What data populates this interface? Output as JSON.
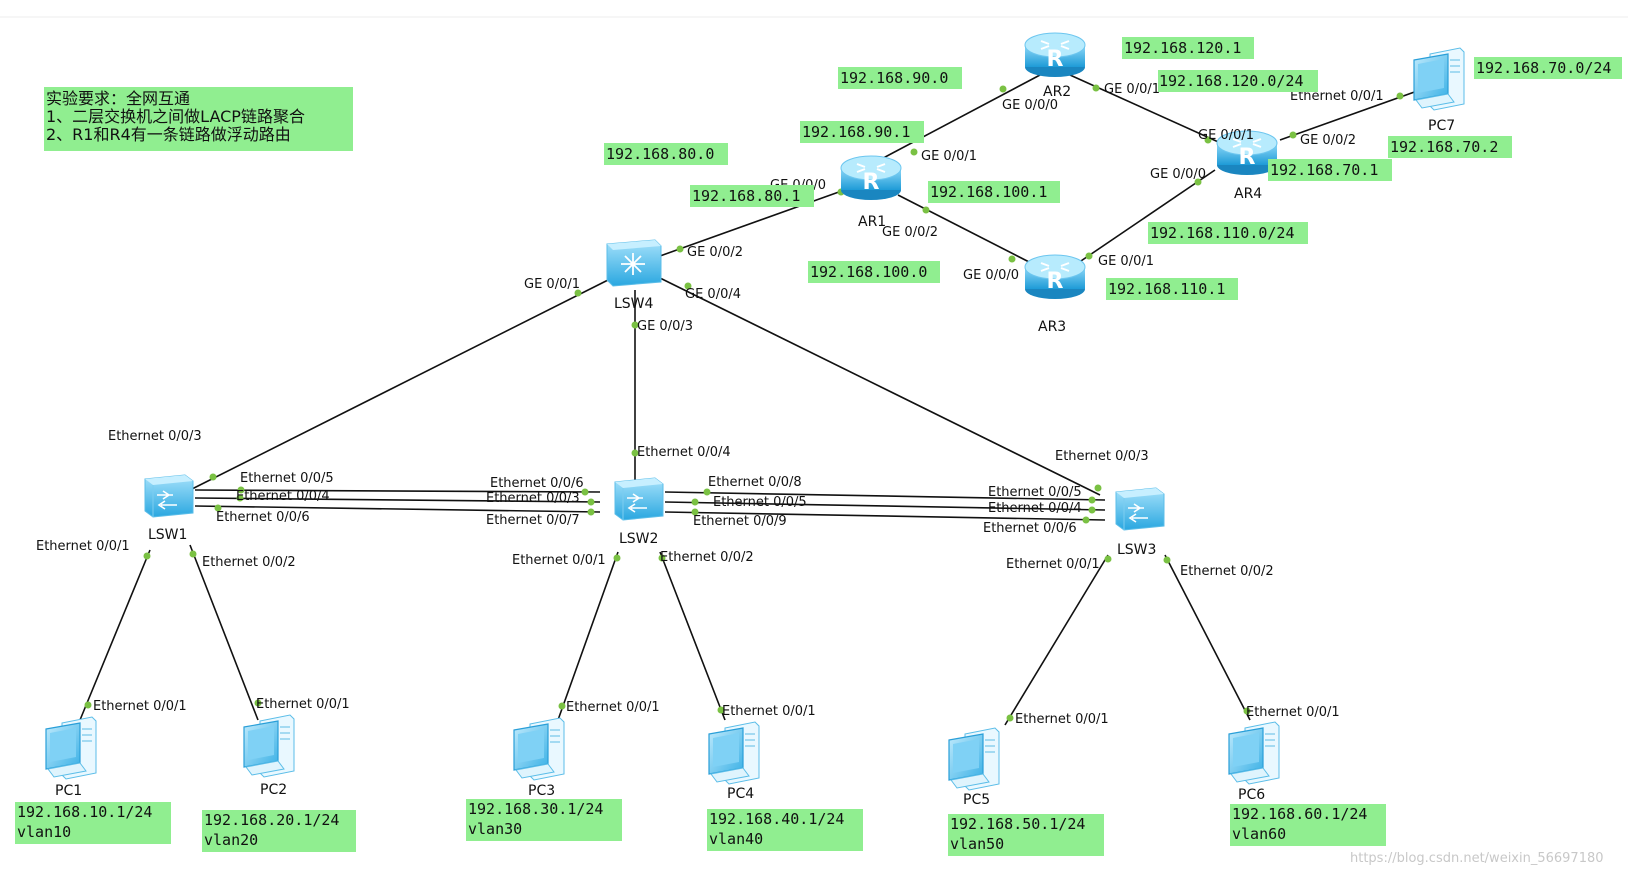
{
  "colors": {
    "label_bg": "#90ee90",
    "link": "#111111",
    "port_dot": "#7ac143",
    "device_blue": "#2aa7e0"
  },
  "note": {
    "line1": "实验要求：全网互通",
    "line2": "1、二层交换机之间做LACP链路聚合",
    "line3": "2、R1和R4有一条链路做浮动路由"
  },
  "devices": {
    "ar1": {
      "name": "AR1",
      "icon": "router-icon"
    },
    "ar2": {
      "name": "AR2",
      "icon": "router-icon"
    },
    "ar3": {
      "name": "AR3",
      "icon": "router-icon"
    },
    "ar4": {
      "name": "AR4",
      "icon": "router-icon"
    },
    "lsw4": {
      "name": "LSW4",
      "icon": "l3-switch-icon"
    },
    "lsw1": {
      "name": "LSW1",
      "icon": "switch-icon"
    },
    "lsw2": {
      "name": "LSW2",
      "icon": "switch-icon"
    },
    "lsw3": {
      "name": "LSW3",
      "icon": "switch-icon"
    },
    "pc1": {
      "name": "PC1",
      "icon": "pc-icon"
    },
    "pc2": {
      "name": "PC2",
      "icon": "pc-icon"
    },
    "pc3": {
      "name": "PC3",
      "icon": "pc-icon"
    },
    "pc4": {
      "name": "PC4",
      "icon": "pc-icon"
    },
    "pc5": {
      "name": "PC5",
      "icon": "pc-icon"
    },
    "pc6": {
      "name": "PC6",
      "icon": "pc-icon"
    },
    "pc7": {
      "name": "PC7",
      "icon": "pc-icon"
    }
  },
  "ips": {
    "net_120_host": "192.168.120.1",
    "net_120": "192.168.120.0/24",
    "net_90": "192.168.90.0",
    "net_90_host": "192.168.90.1",
    "net_80": "192.168.80.0",
    "net_80_host": "192.168.80.1",
    "net_100_host": "192.168.100.1",
    "net_100": "192.168.100.0",
    "net_110": "192.168.110.0/24",
    "net_110_host": "192.168.110.1",
    "net_70": "192.168.70.0/24",
    "pc7_ip": "192.168.70.2",
    "ar4_70": "192.168.70.1"
  },
  "pc_labels": {
    "pc1": {
      "ip": "192.168.10.1/24",
      "vlan": "vlan10"
    },
    "pc2": {
      "ip": "192.168.20.1/24",
      "vlan": "vlan20"
    },
    "pc3": {
      "ip": "192.168.30.1/24",
      "vlan": "vlan30"
    },
    "pc4": {
      "ip": "192.168.40.1/24",
      "vlan": "vlan40"
    },
    "pc5": {
      "ip": "192.168.50.1/24",
      "vlan": "vlan50"
    },
    "pc6": {
      "ip": "192.168.60.1/24",
      "vlan": "vlan60"
    }
  },
  "ports": {
    "ar2_g000": "GE 0/0/0",
    "ar2_g001": "GE 0/0/1",
    "ar1_g001": "GE 0/0/1",
    "ar1_g000": "GE 0/0/0",
    "ar1_g002": "GE 0/0/2",
    "ar3_g000": "GE 0/0/0",
    "ar3_g001": "GE 0/0/1",
    "ar4_g001": "GE 0/0/1",
    "ar4_g000": "GE 0/0/0",
    "ar4_g002": "GE 0/0/2",
    "pc7_e001": "Ethernet 0/0/1",
    "lsw4_g002": "GE 0/0/2",
    "lsw4_g001": "GE 0/0/1",
    "lsw4_g004": "GE 0/0/4",
    "lsw4_g003": "GE 0/0/3",
    "lsw1_e003": "Ethernet 0/0/3",
    "lsw1_e005": "Ethernet 0/0/5",
    "lsw1_e004": "Ethernet 0/0/4",
    "lsw1_e006": "Ethernet 0/0/6",
    "lsw1_e001": "Ethernet 0/0/1",
    "lsw1_e002": "Ethernet 0/0/2",
    "lsw2_e004": "Ethernet 0/0/4",
    "lsw2_e006": "Ethernet 0/0/6",
    "lsw2_e003": "Ethernet 0/0/3",
    "lsw2_e007": "Ethernet 0/0/7",
    "lsw2_e008": "Ethernet 0/0/8",
    "lsw2_e005": "Ethernet 0/0/5",
    "lsw2_e009": "Ethernet 0/0/9",
    "lsw2_e001": "Ethernet 0/0/1",
    "lsw2_e002": "Ethernet 0/0/2",
    "lsw3_e003": "Ethernet 0/0/3",
    "lsw3_e005": "Ethernet 0/0/5",
    "lsw3_e004": "Ethernet 0/0/4",
    "lsw3_e006": "Ethernet 0/0/6",
    "lsw3_e001": "Ethernet 0/0/1",
    "lsw3_e002": "Ethernet 0/0/2",
    "pc1_e001": "Ethernet 0/0/1",
    "pc2_e001": "Ethernet 0/0/1",
    "pc3_e001": "Ethernet 0/0/1",
    "pc4_e001": "Ethernet 0/0/1",
    "pc5_e001": "Ethernet 0/0/1",
    "pc6_e001": "Ethernet 0/0/1"
  },
  "watermark": "https://blog.csdn.net/weixin_56697180"
}
